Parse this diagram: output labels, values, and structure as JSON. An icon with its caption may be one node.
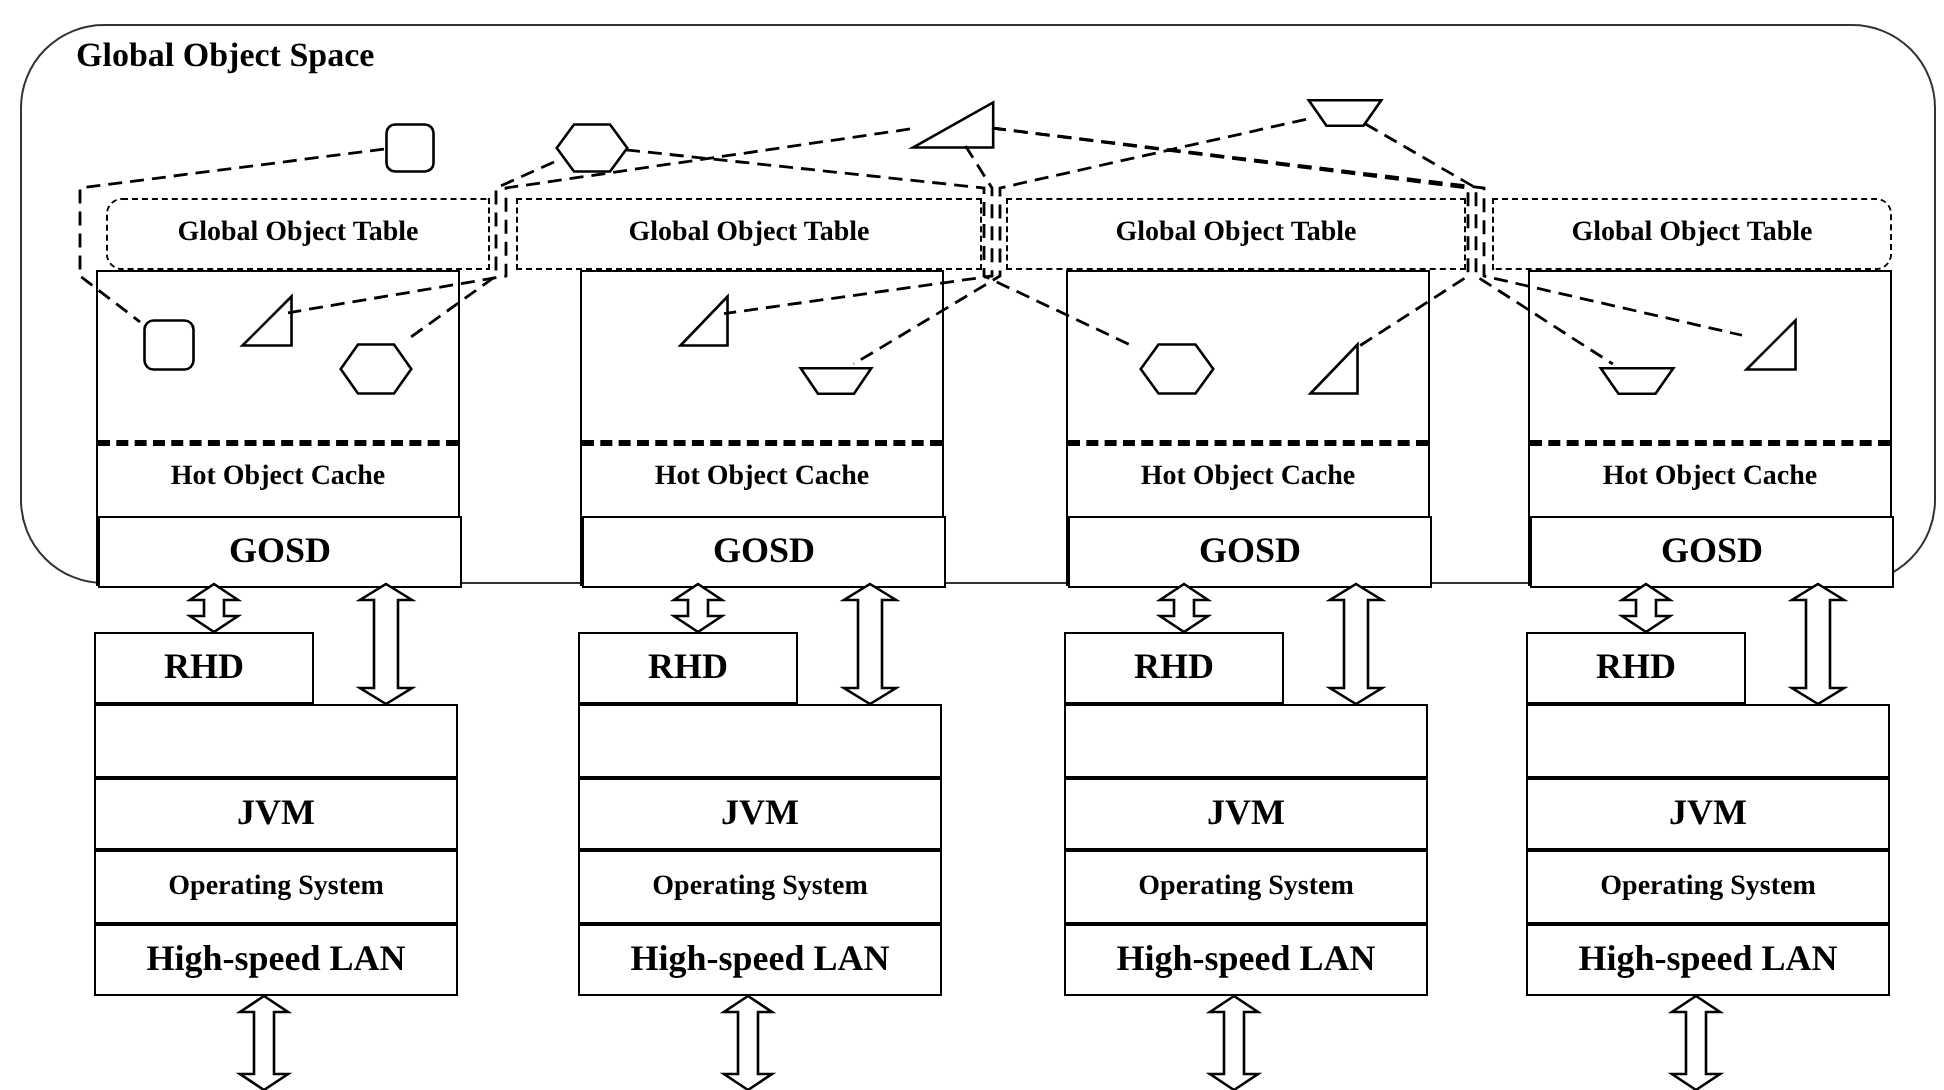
{
  "diagram": {
    "nodes": [
      {
        "text": [
          "Global Object Space"
        ]
      },
      {
        "text": [],
        "shape": "box",
        "in": 0
      },
      {
        "text": [],
        "shape": "hexagon",
        "in": 0
      },
      {
        "text": [],
        "shape": "triangle",
        "in": 0
      },
      {
        "text": [],
        "shape": "trapezoid",
        "in": 0
      },
      {
        "text": [
          "Global Object Table"
        ],
        "in": 0
      },
      {
        "text": [
          "Global Object Table"
        ],
        "in": 0
      },
      {
        "text": [
          "Global Object Table"
        ],
        "in": 0
      },
      {
        "text": [
          "Global Object Table"
        ],
        "in": 0
      },
      {
        "text": [
          "Hot Object Cache"
        ],
        "in": 0
      },
      {
        "text": [],
        "shape": "box",
        "in": 9
      },
      {
        "text": [],
        "shape": "triangle",
        "in": 9
      },
      {
        "text": [],
        "shape": "hexagon",
        "in": 9
      },
      {
        "text": [
          "GOSD"
        ],
        "in": 9
      },
      {
        "text": [
          "Hot Object Cache"
        ],
        "in": 0
      },
      {
        "text": [],
        "shape": "triangle",
        "in": 14
      },
      {
        "text": [],
        "shape": "trapezoid",
        "in": 14
      },
      {
        "text": [
          "GOSD"
        ],
        "in": 14
      },
      {
        "text": [
          "Hot Object Cache"
        ],
        "in": 0
      },
      {
        "text": [],
        "shape": "hexagon",
        "in": 18
      },
      {
        "text": [],
        "shape": "triangle",
        "in": 18
      },
      {
        "text": [
          "GOSD"
        ],
        "in": 18
      },
      {
        "text": [
          "Hot Object Cache"
        ],
        "in": 0
      },
      {
        "text": [],
        "shape": "trapezoid",
        "in": 22
      },
      {
        "text": [],
        "shape": "triangle",
        "in": 22
      },
      {
        "text": [
          "GOSD"
        ],
        "in": 22
      },
      {
        "text": [
          "RHD"
        ]
      },
      {
        "text": [],
        "shape": "box"
      },
      {
        "text": [
          "JVM"
        ]
      },
      {
        "text": [
          "Operating System"
        ]
      },
      {
        "text": [
          "High-speed LAN"
        ]
      },
      {
        "text": [
          "RHD"
        ]
      },
      {
        "text": [],
        "shape": "box"
      },
      {
        "text": [
          "JVM"
        ]
      },
      {
        "text": [
          "Operating System"
        ]
      },
      {
        "text": [
          "High-speed LAN"
        ]
      },
      {
        "text": [
          "RHD"
        ]
      },
      {
        "text": [],
        "shape": "box"
      },
      {
        "text": [
          "JVM"
        ]
      },
      {
        "text": [
          "Operating System"
        ]
      },
      {
        "text": [
          "High-speed LAN"
        ]
      },
      {
        "text": [
          "RHD"
        ]
      },
      {
        "text": [],
        "shape": "box"
      },
      {
        "text": [
          "JVM"
        ]
      },
      {
        "text": [
          "Operating System"
        ]
      },
      {
        "text": [
          "High-speed LAN"
        ]
      }
    ],
    "edges": [
      {
        "from": 1,
        "to": 10,
        "arrow": "none",
        "style": "dashed"
      },
      {
        "from": 2,
        "to": 12,
        "arrow": "none",
        "style": "dashed"
      },
      {
        "from": 2,
        "to": 19,
        "arrow": "none",
        "style": "dashed"
      },
      {
        "from": 3,
        "to": 11,
        "arrow": "none",
        "style": "dashed"
      },
      {
        "from": 3,
        "to": 15,
        "arrow": "none",
        "style": "dashed"
      },
      {
        "from": 3,
        "to": 20,
        "arrow": "none",
        "style": "dashed"
      },
      {
        "from": 3,
        "to": 24,
        "arrow": "none",
        "style": "dashed"
      },
      {
        "from": 4,
        "to": 16,
        "arrow": "none",
        "style": "dashed"
      },
      {
        "from": 4,
        "to": 23,
        "arrow": "none",
        "style": "dashed"
      },
      {
        "from": 13,
        "to": 26,
        "arrow": "both"
      },
      {
        "from": 13,
        "to": 27,
        "arrow": "both"
      },
      {
        "from": 30,
        "to": null,
        "arrow": "both"
      },
      {
        "from": 17,
        "to": 31,
        "arrow": "both"
      },
      {
        "from": 17,
        "to": 32,
        "arrow": "both"
      },
      {
        "from": 35,
        "to": null,
        "arrow": "both"
      },
      {
        "from": 21,
        "to": 36,
        "arrow": "both"
      },
      {
        "from": 21,
        "to": 37,
        "arrow": "both"
      },
      {
        "from": 40,
        "to": null,
        "arrow": "both"
      },
      {
        "from": 25,
        "to": 41,
        "arrow": "both"
      },
      {
        "from": 25,
        "to": 42,
        "arrow": "both"
      },
      {
        "from": 45,
        "to": null,
        "arrow": "both"
      }
    ]
  }
}
